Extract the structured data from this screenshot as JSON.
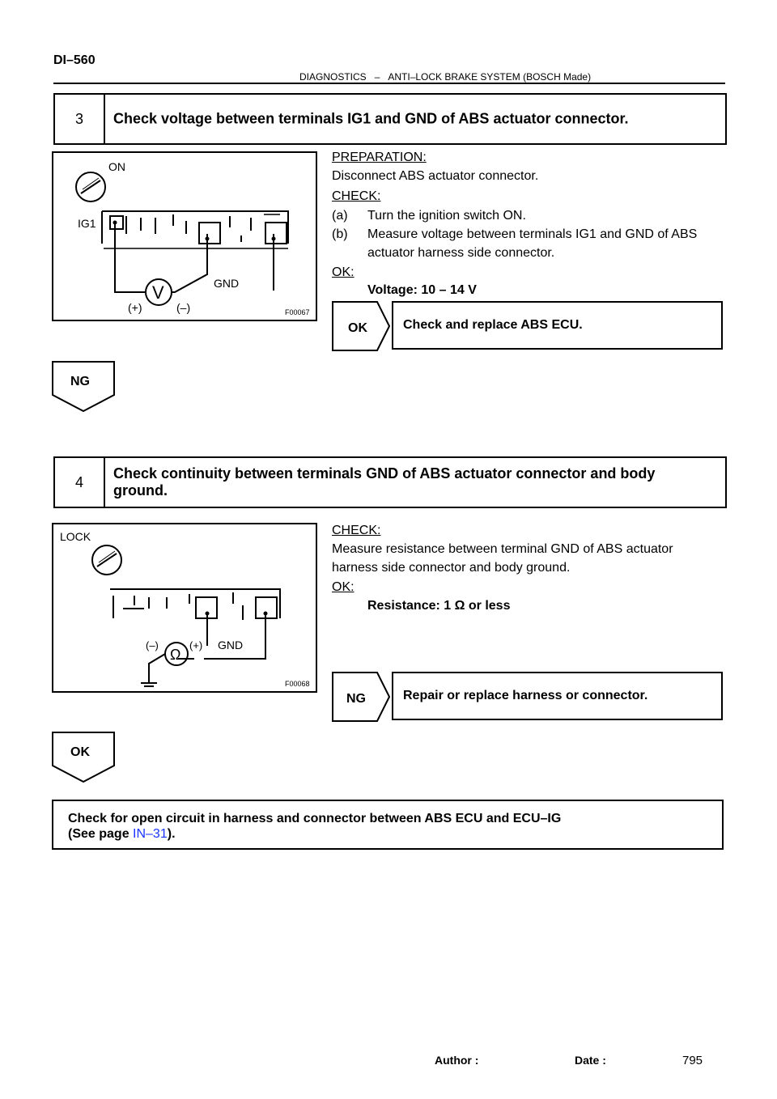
{
  "header": {
    "page_id": "DI–560",
    "section": "DIAGNOSTICS",
    "separator": "–",
    "subsection": "ANTI–LOCK BRAKE SYSTEM (BOSCH Made)"
  },
  "step3": {
    "number": "3",
    "title": "Check voltage between terminals IG1 and GND of ABS actuator connector.",
    "figure": {
      "switch_label": "ON",
      "terminal_left": "IG1",
      "terminal_right": "GND",
      "meter_symbol": "V",
      "plus": "(+)",
      "minus": "(–)",
      "code": "F00067"
    },
    "preparation_heading": "PREPARATION:",
    "preparation_text": "Disconnect ABS actuator connector.",
    "check_heading": "CHECK:",
    "check_items": [
      {
        "marker": "(a)",
        "text": "Turn the ignition switch ON."
      },
      {
        "marker": "(b)",
        "text": "Measure voltage between terminals IG1 and GND of ABS",
        "text2": "actuator harness side connector."
      }
    ],
    "ok_heading": "OK:",
    "ok_value": "Voltage: 10 – 14 V",
    "result_tag": "OK",
    "result_text": "Check and replace ABS ECU.",
    "next_tag": "NG"
  },
  "step4": {
    "number": "4",
    "title_line1": "Check continuity between terminals GND of ABS actuator connector and body",
    "title_line2": "ground.",
    "figure": {
      "switch_label": "LOCK",
      "terminal_label": "GND",
      "meter_symbol": "Ω",
      "plus": "(+)",
      "minus": "(–)",
      "code": "F00068"
    },
    "check_heading": "CHECK:",
    "check_line1": "Measure resistance between terminal GND of ABS actuator",
    "check_line2": "harness side connector and body ground.",
    "ok_heading": "OK:",
    "ok_value": "Resistance: 1 Ω or less",
    "result_tag": "NG",
    "result_text": "Repair or replace harness or connector.",
    "next_tag": "OK"
  },
  "final": {
    "line1": "Check for open circuit in harness and connector between ABS ECU and ECU–IG",
    "line2_prefix": "(See page ",
    "link": "IN–31",
    "line2_suffix": ")."
  },
  "footer": {
    "author_label": "Author :",
    "date_label": "Date :",
    "page_number": "795"
  },
  "colors": {
    "link": "#1a33ff",
    "ink": "#000000",
    "paper": "#ffffff"
  }
}
